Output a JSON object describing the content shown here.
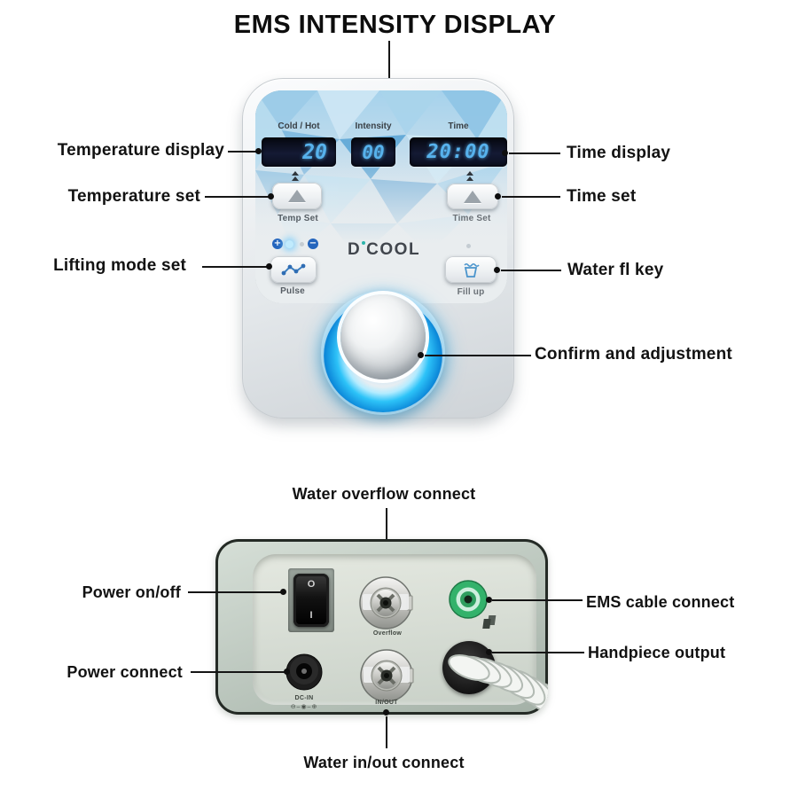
{
  "page": {
    "title": "EMS INTENSITY DISPLAY"
  },
  "front": {
    "brand": {
      "first": "D",
      "last": "COOL",
      "full": "D'COOL"
    },
    "displays": {
      "cold_hot": {
        "label": "Cold / Hot",
        "value": "20"
      },
      "intensity": {
        "label": "Intensity",
        "value": "00"
      },
      "time": {
        "label": "Time",
        "value": "20:00"
      }
    },
    "buttons": {
      "temp_set": "Temp Set",
      "time_set": "Time Set",
      "pulse": "Pulse",
      "fill_up": "Fill up"
    },
    "indicators": {
      "plus": "+",
      "minus": "−"
    },
    "callouts": {
      "temperature_display": "Temperature display",
      "temperature_set": "Temperature set",
      "lifting_mode_set": "Lifting mode set",
      "time_display": "Time display",
      "time_set": "Time set",
      "water_fl_key": "Water fl key",
      "confirm_adjustment": "Confirm and adjustment"
    }
  },
  "back": {
    "ports": {
      "overflow": "Overflow",
      "dc_in": "DC-IN",
      "dc_polarity": "⊖–◉–⊕",
      "in_out": "IN/OUT"
    },
    "switch": {
      "off": "O",
      "on": "I"
    },
    "callouts": {
      "water_overflow": "Water overflow connect",
      "power_on_off": "Power on/off",
      "power_connect": "Power connect",
      "ems_cable": "EMS cable connect",
      "handpiece_output": "Handpiece output",
      "water_in_out": "Water in/out connect"
    }
  },
  "colors": {
    "digit_blue": "#57b2ec",
    "display_bg": "#0a0e1e",
    "knob_glow": "#1cb8f4",
    "ems_green": "#33b26b",
    "logo_teal": "#2cb4ab",
    "icon_blue": "#3c7fc0"
  }
}
